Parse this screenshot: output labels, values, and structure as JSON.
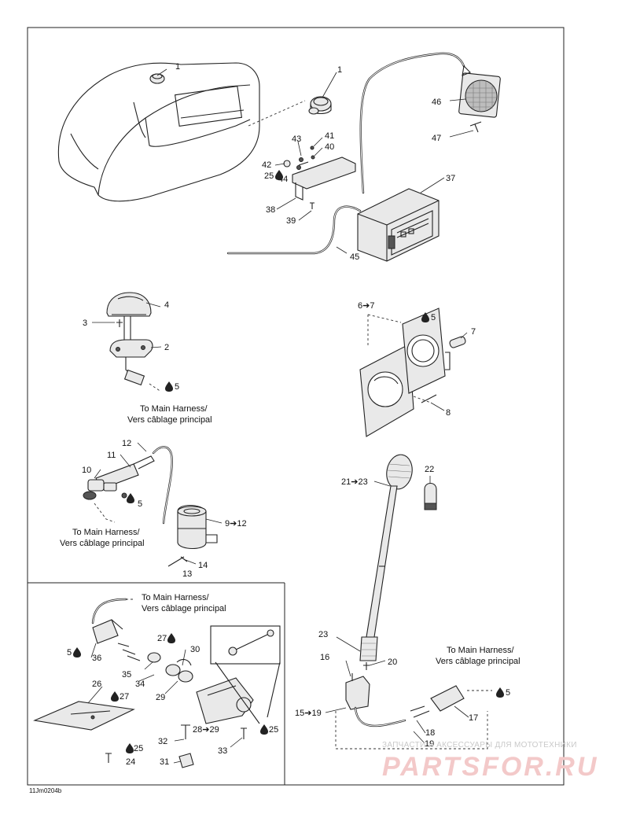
{
  "callouts": {
    "c1a": "1",
    "c1b": "1",
    "c46": "46",
    "c47": "47",
    "c43": "43",
    "c41": "41",
    "c40": "40",
    "c42": "42",
    "c25a": "25",
    "c44": "44",
    "c37": "37",
    "c38": "38",
    "c39": "39",
    "c45": "45",
    "c4": "4",
    "c3": "3",
    "c2": "2",
    "c5a": "5",
    "c6to7": "6➔7",
    "c5b": "5",
    "c7": "7",
    "c8": "8",
    "c12a": "12",
    "c11": "11",
    "c10": "10",
    "c5c": "5",
    "c9to12": "9➔12",
    "c14": "14",
    "c13": "13",
    "c22": "22",
    "c21to23": "21➔23",
    "c27a": "27",
    "c30": "30",
    "c5d": "5",
    "c36": "36",
    "c35": "35",
    "c34": "34",
    "c29a": "29",
    "c26": "26",
    "c27b": "27",
    "c28to29": "28➔29",
    "c25b": "25",
    "c32": "32",
    "c33": "33",
    "c25c": "25",
    "c24": "24",
    "c31": "31",
    "c23": "23",
    "c16": "16",
    "c20": "20",
    "c15to19": "15➔19",
    "c5e": "5",
    "c18": "18",
    "c17": "17",
    "c19": "19"
  },
  "notes": {
    "harness_en": "To Main Harness/",
    "harness_fr": "Vers câblage principal"
  },
  "drawing_ref": "11Jm0204b",
  "watermark": {
    "line1": "ЗАПЧАСТИ И АКСЕССУАРЫ ДЛЯ МОТОТЕХНИКИ",
    "line2": "PARTSFOR.RU"
  }
}
